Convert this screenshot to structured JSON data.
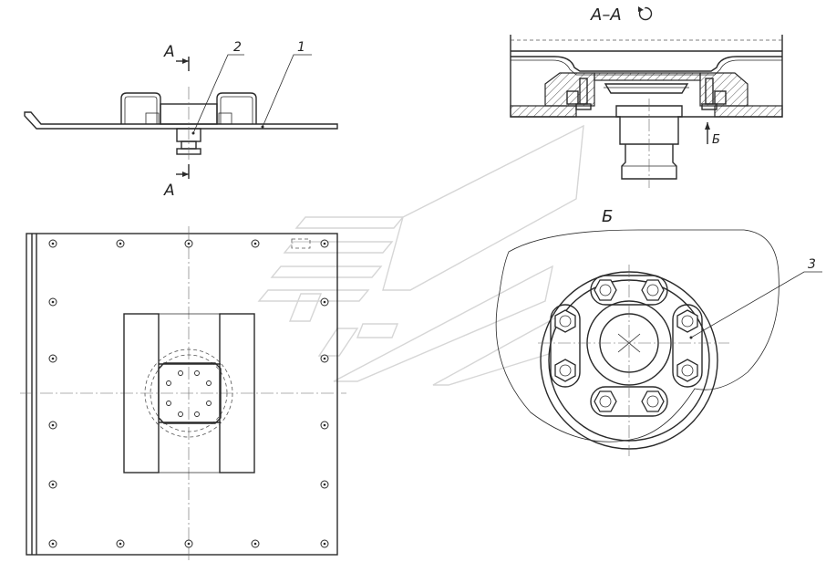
{
  "labels": {
    "section_top_a": "А",
    "section_bottom_a": "А",
    "section_title": "А–А",
    "view_b_label": "Б",
    "view_b_arrow": "Б",
    "callout_1": "1",
    "callout_2": "2",
    "callout_3": "3"
  },
  "colors": {
    "line": "#2a2a2a",
    "watermark": "#d6d6d6",
    "background": "#ffffff"
  },
  "icons": {
    "rotation_symbol": "rotated-view-icon"
  }
}
